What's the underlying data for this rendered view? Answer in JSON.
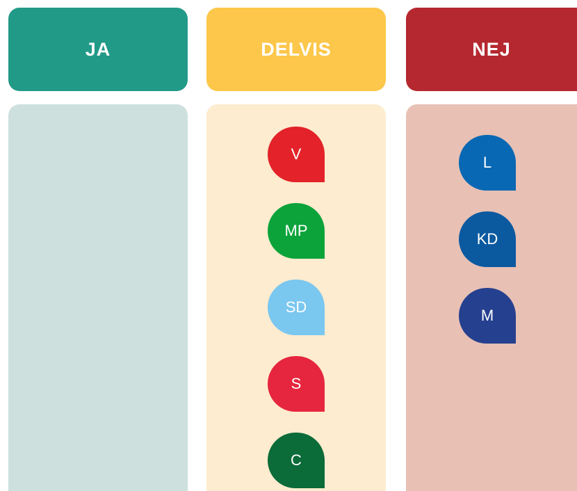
{
  "columns": [
    {
      "label": "JA",
      "header_color": "#229a88",
      "body_color": "#cde0dd",
      "parties": []
    },
    {
      "label": "DELVIS",
      "header_color": "#fcc74a",
      "body_color": "#fdeccf",
      "parties": [
        {
          "label": "V",
          "color": "#e32229"
        },
        {
          "label": "MP",
          "color": "#0ca33b"
        },
        {
          "label": "SD",
          "color": "#7ac7f0"
        },
        {
          "label": "S",
          "color": "#e6263e"
        },
        {
          "label": "C",
          "color": "#0b6b39"
        }
      ]
    },
    {
      "label": "NEJ",
      "header_color": "#b5282f",
      "body_color": "#e8c0b4",
      "parties": [
        {
          "label": "L",
          "color": "#0968b3"
        },
        {
          "label": "KD",
          "color": "#0b5aa0"
        },
        {
          "label": "M",
          "color": "#25408f"
        }
      ]
    }
  ]
}
